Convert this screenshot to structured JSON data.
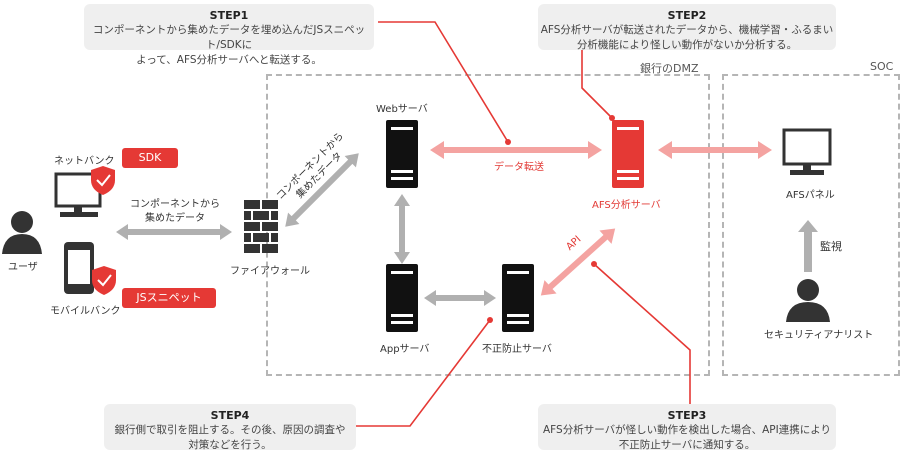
{
  "steps": {
    "step1": {
      "title": "STEP1",
      "line1": "コンポーネントから集めたデータを埋め込んだJSスニペット/SDKに",
      "line2": "よって、AFS分析サーバへと転送する。"
    },
    "step2": {
      "title": "STEP2",
      "line1": "AFS分析サーバが転送されたデータから、機械学習・ふるまい",
      "line2": "分析機能により怪しい動作がないか分析する。"
    },
    "step3": {
      "title": "STEP3",
      "line1": "AFS分析サーバが怪しい動作を検出した場合、API連携により",
      "line2": "不正防止サーバに通知する。"
    },
    "step4": {
      "title": "STEP4",
      "line1": "銀行側で取引を阻止する。その後、原因の調査や",
      "line2": "対策などを行う。"
    }
  },
  "zones": {
    "dmz": "銀行のDMZ",
    "soc": "SOC"
  },
  "nodes": {
    "user": "ユーザ",
    "netbank": "ネットバンク",
    "mobilebank": "モバイルバンク",
    "sdk_badge": "SDK",
    "js_badge": "JSスニペット",
    "firewall": "ファイアウォール",
    "web": "Webサーバ",
    "app": "Appサーバ",
    "fraud": "不正防止サーバ",
    "afs": "AFS分析サーバ",
    "afs_panel": "AFSパネル",
    "analyst": "セキュリティアナリスト"
  },
  "edges": {
    "collected_line1": "コンポーネントから",
    "collected_line2": "集めたデータ",
    "diag_line1": "コンポーネントから",
    "diag_line2": "集めたデータ",
    "data_transfer": "データ転送",
    "api": "API",
    "monitor": "監視"
  },
  "colors": {
    "accent": "#e53935",
    "arrow_gray": "#b0b0b0",
    "arrow_pink": "#f4a3a1",
    "server_black": "#111111"
  }
}
